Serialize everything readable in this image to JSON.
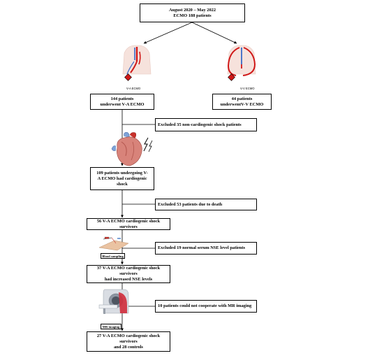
{
  "header": {
    "line1": "August 2020 – May 2022",
    "line2": "ECMO 188 patients"
  },
  "va": {
    "illustration_label": "V-A ECMO",
    "box_line1": "144 patients",
    "box_line2": "underwent V-A ECMO"
  },
  "vv": {
    "illustration_label": "V-V ECMO",
    "box_line1": "44 patients",
    "box_line2": "underwentV-V ECMO"
  },
  "excluded_noncardiogenic": "Excluded 35 non-cardiogenic shock patients",
  "cardiogenic_box": {
    "line1": "109 patients undergoing V-",
    "line2": "A ECMO had cardiogenic",
    "line3": "shock"
  },
  "excluded_death": "Excluded 53 patients due to death",
  "survivors_box": "56 V-A ECMO cardiogenic shock survivors",
  "blood_sampling_label": "Blood sampling",
  "excluded_normal_nse": "Excluded 19 normal serum NSE level patients",
  "increased_nse_box": {
    "line1": "37 V-A ECMO cardiogenic shock survivors",
    "line2": "had increased NSE levels"
  },
  "excluded_mr": "10 patients could not cooperate with MR imaging",
  "mr_imaging_label": "MR imaging",
  "final_box": {
    "line1": "27 V-A ECMO cardiogenic shock survivors",
    "line2": "and 28 controls"
  }
}
